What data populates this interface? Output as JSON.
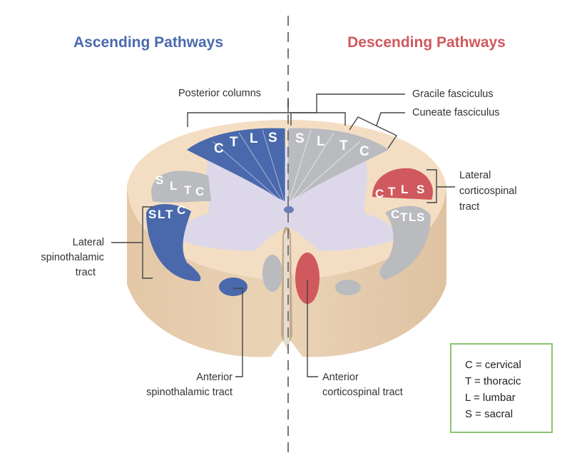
{
  "titles": {
    "ascending": "Ascending Pathways",
    "descending": "Descending Pathways"
  },
  "labels": {
    "posterior_columns": "Posterior columns",
    "gracile_fasciculus": "Gracile fasciculus",
    "cuneate_fasciculus": "Cuneate fasciculus",
    "lateral_corticospinal": [
      "Lateral",
      "corticospinal",
      "tract"
    ],
    "lateral_spinothalamic": [
      "Lateral",
      "spinothalamic",
      "tract"
    ],
    "anterior_spinothalamic": [
      "Anterior",
      "spinothalamic tract"
    ],
    "anterior_corticospinal": [
      "Anterior",
      "corticospinal tract"
    ]
  },
  "segments": {
    "posterior_left": [
      "C",
      "T",
      "L",
      "S"
    ],
    "posterior_right": [
      "S",
      "L",
      "T",
      "C"
    ],
    "left_gray_tract": [
      "S",
      "L",
      "T",
      "C"
    ],
    "left_spinothalamic": [
      "S",
      "L",
      "T",
      "C"
    ],
    "lateral_corticospinal": [
      "C",
      "T",
      "L",
      "S"
    ],
    "right_gray_tract": [
      "C",
      "T",
      "L",
      "S"
    ]
  },
  "legend": [
    "C = cervical",
    "T = thoracic",
    "L = lumbar",
    "S = sacral"
  ],
  "colors": {
    "ascending": "#4a69ac",
    "descending": "#d0595e",
    "tract_gray": "#b9bbbf",
    "gray_matter": "#ddd8e9",
    "white_matter": "#f3dcc0",
    "legend_border": "#8bc470"
  }
}
